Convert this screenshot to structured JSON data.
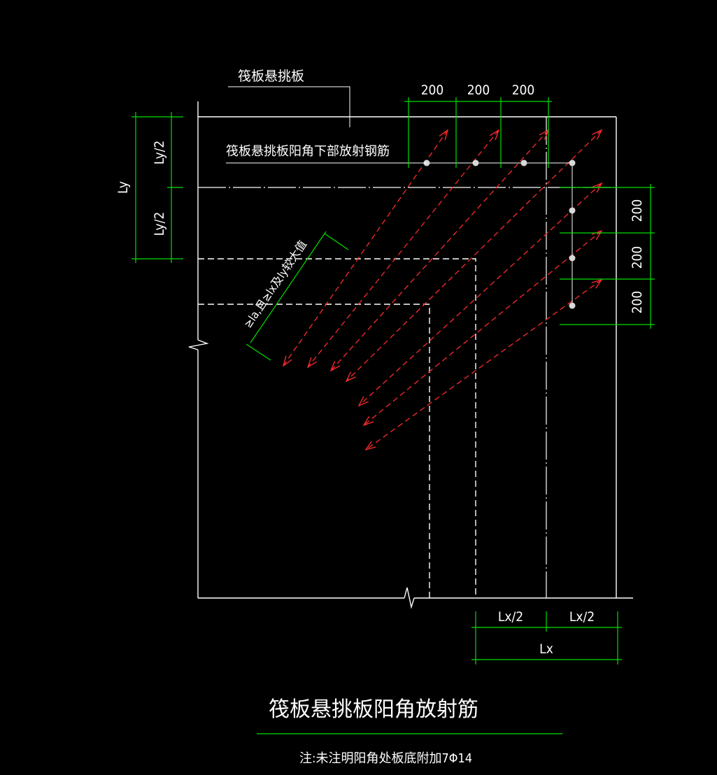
{
  "labels": {
    "cantilever": "筏板悬挑板",
    "radial_bottom": "筏板悬挑板阳角下部放射钢筋",
    "anchor": "≥la,且≥lx及ly较大值",
    "title": "筏板悬挑板阳角放射筋",
    "note": "注:未注明阳角处板底附加7Φ14"
  },
  "dims": {
    "top": [
      "200",
      "200",
      "200"
    ],
    "right": [
      "200",
      "200",
      "200"
    ],
    "ly": "Ly",
    "ly_half_1": "Ly/2",
    "ly_half_2": "Ly/2",
    "lx_half_1": "Lx/2",
    "lx_half_2": "Lx/2",
    "lx": "Lx"
  },
  "colors": {
    "outline": "#ffffff",
    "dimension": "#00e000",
    "rebar": "#ff2a2a"
  },
  "rebar_count": 7
}
